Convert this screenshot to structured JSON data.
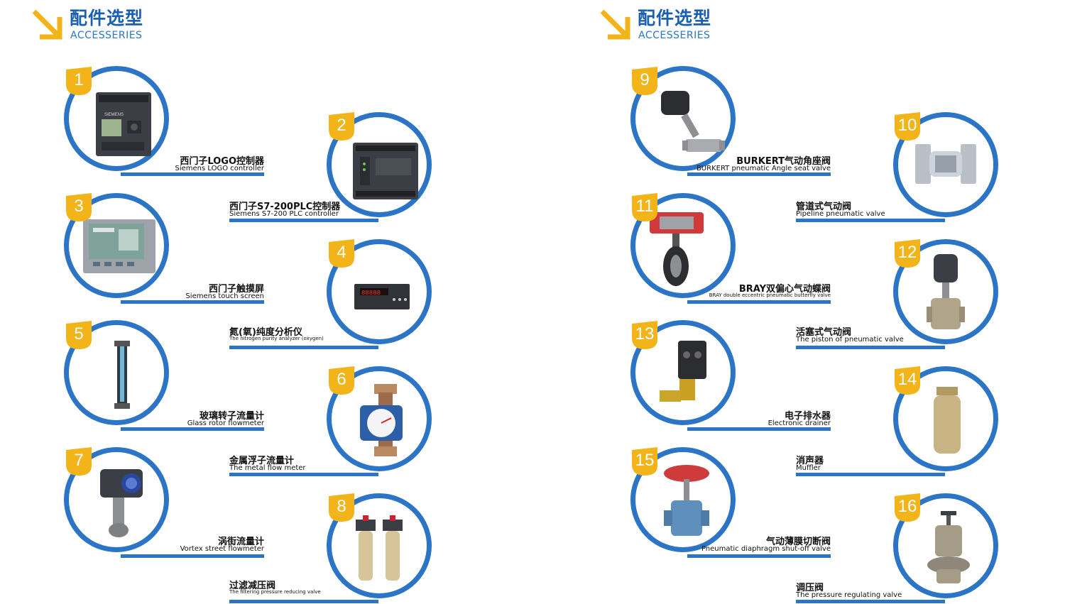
{
  "panels": [
    {
      "title_cn": "配件选型",
      "title_en": "ACCESSERIES",
      "items": [
        {
          "num": "1",
          "cn": "西门子LOGO控制器",
          "en": "Siemens LOGO controller"
        },
        {
          "num": "2",
          "cn": "西门子S7-200PLC控制器",
          "en": "Siemens S7-200 PLC controller"
        },
        {
          "num": "3",
          "cn": "西门子触摸屏",
          "en": "Siemens touch screen"
        },
        {
          "num": "4",
          "cn": "氮(氧)纯度分析仪",
          "en": "The nitrogen purity analyzer (oxygen)"
        },
        {
          "num": "5",
          "cn": "玻璃转子流量计",
          "en": "Glass rotor flowmeter"
        },
        {
          "num": "6",
          "cn": "金属浮子流量计",
          "en": "The metal flow meter"
        },
        {
          "num": "7",
          "cn": "涡街流量计",
          "en": "Vortex street flowmeter"
        },
        {
          "num": "8",
          "cn": "过滤减压阀",
          "en": "The filtering pressure reducing valve"
        }
      ]
    },
    {
      "title_cn": "配件选型",
      "title_en": "ACCESSERIES",
      "items": [
        {
          "num": "9",
          "cn": "BURKERT气动角座阀",
          "en": "BURKERT pneumatic Angle seat valve"
        },
        {
          "num": "10",
          "cn": "管道式气动阀",
          "en": "Pipeline pneumatic valve"
        },
        {
          "num": "11",
          "cn": "BRAY双偏心气动蝶阀",
          "en": "BRAY double eccentric pneumatic butterfly valve"
        },
        {
          "num": "12",
          "cn": "活塞式气动阀",
          "en": "The piston of pneumatic valve"
        },
        {
          "num": "13",
          "cn": "电子排水器",
          "en": "Electronic drainer"
        },
        {
          "num": "14",
          "cn": "消声器",
          "en": "Muffler"
        },
        {
          "num": "15",
          "cn": "气动薄膜切断阀",
          "en": "Pneumatic diaphragm shut-off valve"
        },
        {
          "num": "16",
          "cn": "调压阀",
          "en": "The pressure regulating valve"
        }
      ]
    }
  ],
  "colors": {
    "ring": "#2b74c6",
    "badge": "#f2b418",
    "title": "#1a5fb0",
    "arrow": "#f2b418"
  }
}
